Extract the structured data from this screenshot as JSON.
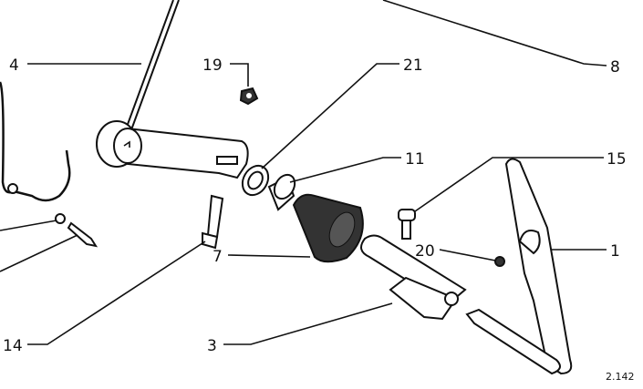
{
  "diagram": {
    "figure_number": "2.142",
    "callouts": [
      {
        "id": "c1",
        "label": "1"
      },
      {
        "id": "c3",
        "label": "3"
      },
      {
        "id": "c4",
        "label": "4"
      },
      {
        "id": "c7",
        "label": "7"
      },
      {
        "id": "c8",
        "label": "8"
      },
      {
        "id": "c11",
        "label": "11"
      },
      {
        "id": "c14",
        "label": "14"
      },
      {
        "id": "c15",
        "label": "15"
      },
      {
        "id": "c19",
        "label": "19"
      },
      {
        "id": "c20",
        "label": "20"
      },
      {
        "id": "c21",
        "label": "21"
      }
    ]
  }
}
